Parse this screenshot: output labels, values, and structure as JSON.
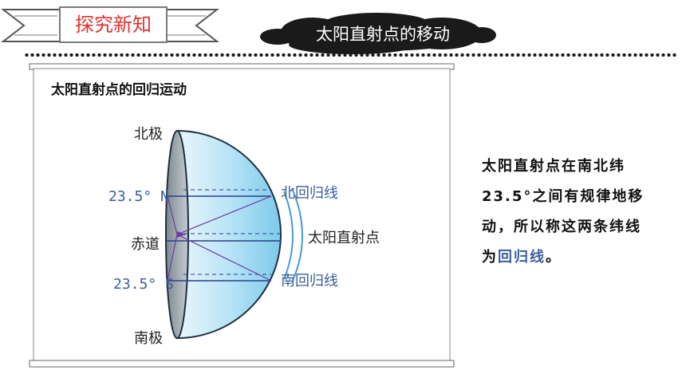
{
  "header": {
    "badge_label": "探究新知",
    "title": "太阳直射点的移动"
  },
  "panel": {
    "title": "太阳直射点的回归运动"
  },
  "diagram": {
    "north_pole": "北极",
    "south_pole": "南极",
    "equator": "赤道",
    "lat_north": "23.5° N",
    "lat_south": "23.5° S",
    "tropic_north": "北回归线",
    "tropic_south": "南回归线",
    "subsolar_point": "太阳直射点"
  },
  "description": {
    "line1": "太阳直射点在南北纬",
    "line2": "23.5°之间有规律地移",
    "line3": "动，所以称这两条纬线",
    "line4_prefix": "为",
    "line4_highlight": "回归线",
    "line4_suffix": "。"
  },
  "colors": {
    "badge_text": "#e0332e",
    "highlight": "#3a5f9a",
    "cloud": "#1a1a1a"
  }
}
